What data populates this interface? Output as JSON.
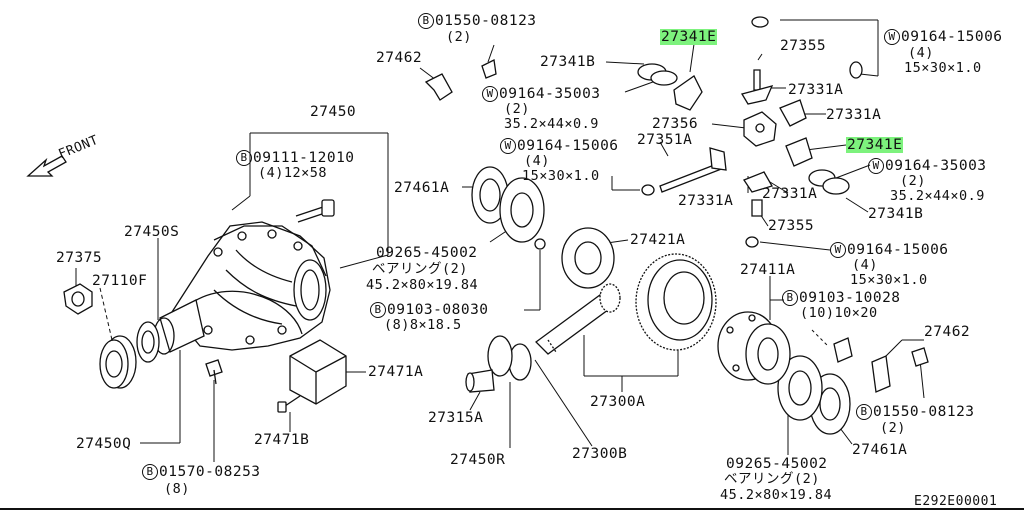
{
  "diagram_code": "E292E00001",
  "front_label": "FRONT",
  "parts": {
    "p27450": "27450",
    "p27450S": "27450S",
    "p27375": "27375",
    "p27110F": "27110F",
    "p27450Q": "27450Q",
    "p27471A": "27471A",
    "p27471B": "27471B",
    "p27462_top": "27462",
    "p27462_right": "27462",
    "p27461A_left": "27461A",
    "p27461A_right": "27461A",
    "p27421A": "27421A",
    "p27341B_top": "27341B",
    "p27341B_right": "27341B",
    "p27341E_top": "27341E",
    "p27341E_right": "27341E",
    "p27355_top": "27355",
    "p27355_mid": "27355",
    "p27331A_1": "27331A",
    "p27331A_2": "27331A",
    "p27331A_3": "27331A",
    "p27331A_4": "27331A",
    "p27356": "27356",
    "p27351A": "27351A",
    "p27411A": "27411A",
    "p27300A": "27300A",
    "p27300B": "27300B",
    "p27315A": "27315A",
    "p27450R": "27450R"
  },
  "callouts": {
    "b01550_top": {
      "code": "01550-08123",
      "marker": "B",
      "qty": "(2)"
    },
    "b09111": {
      "code": "09111-12010",
      "marker": "B",
      "qty": "(4)12×58"
    },
    "b09103_08030": {
      "code": "09103-08030",
      "marker": "B",
      "qty": "(8)8×18.5"
    },
    "b09103_10028": {
      "code": "09103-10028",
      "marker": "B",
      "qty": "(10)10×20"
    },
    "b01550_right": {
      "code": "01550-08123",
      "marker": "B",
      "qty": "(2)"
    },
    "b01570": {
      "code": "01570-08253",
      "marker": "B",
      "qty": "(8)"
    },
    "w35003_left": {
      "code": "09164-35003",
      "marker": "W",
      "qty": "(2)",
      "size": "35.2×44×0.9"
    },
    "w15006_top": {
      "code": "09164-15006",
      "marker": "W",
      "qty": "(4)",
      "size": "15×30×1.0"
    },
    "w15006_mid": {
      "code": "09164-15006",
      "marker": "W",
      "qty": "(4)",
      "size": "15×30×1.0"
    },
    "w35003_right": {
      "code": "09164-35003",
      "marker": "W",
      "qty": "(2)",
      "size": "35.2×44×0.9"
    },
    "w15006_right": {
      "code": "09164-15006",
      "marker": "W",
      "qty": "(4)",
      "size": "15×30×1.0"
    },
    "bearing_left": {
      "code": "09265-45002",
      "desc": "ベアリング(2)",
      "size": "45.2×80×19.84"
    },
    "bearing_right": {
      "code": "09265-45002",
      "desc": "ベアリング(2)",
      "size": "45.2×80×19.84"
    }
  }
}
